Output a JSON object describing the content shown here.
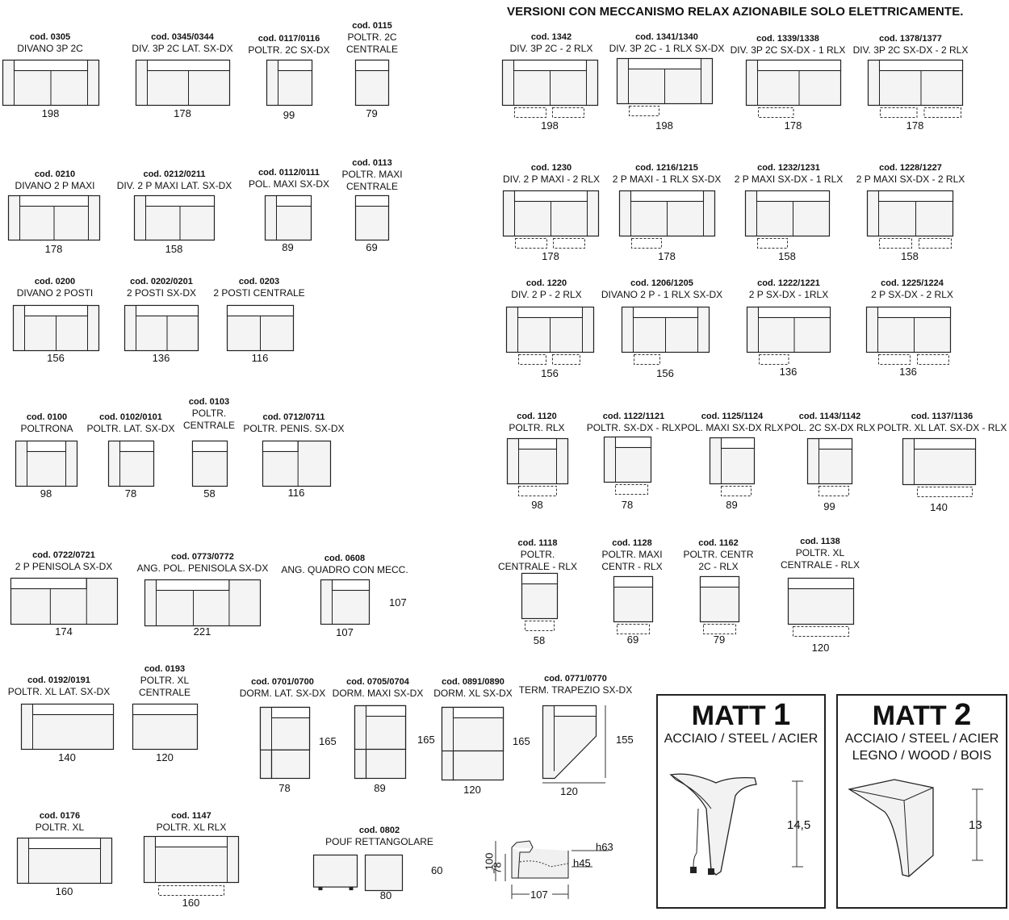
{
  "heading": "VERSIONI CON MECCANISMO RELAX AZIONABILE SOLO ELETTRICAMENTE.",
  "modules": [
    {
      "code": "cod. 0305",
      "name": "DIVANO 3P 2C",
      "width": "198"
    },
    {
      "code": "cod. 0345/0344",
      "name": "DIV. 3P 2C LAT. SX-DX",
      "width": "178"
    },
    {
      "code": "cod. 0117/0116",
      "name": "POLTR. 2C SX-DX",
      "width": "99"
    },
    {
      "code": "cod. 0115",
      "name": "POLTR. 2C",
      "name2": "CENTRALE",
      "width": "79"
    },
    {
      "code": "cod. 0210",
      "name": "DIVANO 2 P MAXI",
      "width": "178"
    },
    {
      "code": "cod. 0212/0211",
      "name": "DIV. 2 P MAXI LAT. SX-DX",
      "width": "158"
    },
    {
      "code": "cod. 0112/0111",
      "name": "POL. MAXI SX-DX",
      "width": "89"
    },
    {
      "code": "cod. 0113",
      "name": "POLTR. MAXI",
      "name2": "CENTRALE",
      "width": "69"
    },
    {
      "code": "cod. 0200",
      "name": "DIVANO 2 POSTI",
      "width": "156"
    },
    {
      "code": "cod. 0202/0201",
      "name": "2 POSTI SX-DX",
      "width": "136"
    },
    {
      "code": "cod. 0203",
      "name": "2 POSTI CENTRALE",
      "width": "116"
    },
    {
      "code": "cod. 0100",
      "name": "POLTRONA",
      "width": "98"
    },
    {
      "code": "cod. 0102/0101",
      "name": "POLTR. LAT. SX-DX",
      "width": "78"
    },
    {
      "code": "cod. 0103",
      "name": "POLTR.",
      "name2": "CENTRALE",
      "width": "58"
    },
    {
      "code": "cod. 0712/0711",
      "name": "POLTR. PENIS. SX-DX",
      "width": "116"
    },
    {
      "code": "cod. 0722/0721",
      "name": "2 P PENISOLA SX-DX",
      "width": "174"
    },
    {
      "code": "cod. 0773/0772",
      "name": "ANG. POL. PENISOLA SX-DX",
      "width": "221"
    },
    {
      "code": "cod. 0608",
      "name": "ANG. QUADRO CON MECC.",
      "width": "107",
      "depth": "107"
    },
    {
      "code": "cod. 0192/0191",
      "name": "POLTR. XL LAT. SX-DX",
      "width": "140"
    },
    {
      "code": "cod. 0193",
      "name": "POLTR. XL",
      "name2": "CENTRALE",
      "width": "120"
    },
    {
      "code": "cod. 0701/0700",
      "name": "DORM. LAT. SX-DX",
      "width": "78",
      "depth": "165"
    },
    {
      "code": "cod. 0705/0704",
      "name": "DORM. MAXI SX-DX",
      "width": "89",
      "depth": "165"
    },
    {
      "code": "cod. 0891/0890",
      "name": "DORM. XL SX-DX",
      "width": "120",
      "depth": "165"
    },
    {
      "code": "cod. 0771/0770",
      "name": "TERM. TRAPEZIO SX-DX",
      "width": "120",
      "depth": "155"
    },
    {
      "code": "cod. 0176",
      "name": "POLTR. XL",
      "width": "160"
    },
    {
      "code": "cod. 1147",
      "name": "POLTR. XL RLX",
      "width": "160"
    },
    {
      "code": "cod. 0802",
      "name": "POUF RETTANGOLARE",
      "width": "80",
      "depth": "60"
    },
    {
      "code": "cod. 1342",
      "name": "DIV. 3P 2C  - 2 RLX",
      "width": "198"
    },
    {
      "code": "cod. 1341/1340",
      "name": "DIV. 3P 2C  - 1 RLX SX-DX",
      "width": "198"
    },
    {
      "code": "cod. 1339/1338",
      "name": "DIV. 3P 2C SX-DX - 1 RLX",
      "width": "178"
    },
    {
      "code": "cod. 1378/1377",
      "name": "DIV. 3P 2C SX-DX - 2 RLX",
      "width": "178"
    },
    {
      "code": "cod. 1230",
      "name": "DIV. 2 P MAXI - 2 RLX",
      "width": "178"
    },
    {
      "code": "cod. 1216/1215",
      "name": "2 P MAXI - 1 RLX SX-DX",
      "width": "178"
    },
    {
      "code": "cod. 1232/1231",
      "name": "2 P MAXI SX-DX - 1 RLX",
      "width": "158"
    },
    {
      "code": "cod. 1228/1227",
      "name": "2 P MAXI SX-DX - 2 RLX",
      "width": "158"
    },
    {
      "code": "cod. 1220",
      "name": "DIV. 2 P - 2 RLX",
      "width": "156"
    },
    {
      "code": "cod. 1206/1205",
      "name": "DIVANO 2 P - 1 RLX SX-DX",
      "width": "156"
    },
    {
      "code": "cod. 1222/1221",
      "name": "2 P SX-DX - 1RLX",
      "width": "136"
    },
    {
      "code": "cod. 1225/1224",
      "name": "2 P SX-DX - 2 RLX",
      "width": "136"
    },
    {
      "code": "cod. 1120",
      "name": "POLTR. RLX",
      "width": "98"
    },
    {
      "code": "cod. 1122/1121",
      "name": "POLTR. SX-DX - RLX",
      "width": "78"
    },
    {
      "code": "cod. 1125/1124",
      "name": "POL. MAXI SX-DX  RLX",
      "width": "89"
    },
    {
      "code": "cod. 1143/1142",
      "name": "POL. 2C SX-DX RLX",
      "width": "99"
    },
    {
      "code": "cod. 1137/1136",
      "name": "POLTR. XL LAT. SX-DX - RLX",
      "width": "140"
    },
    {
      "code": "cod. 1118",
      "name": "POLTR.",
      "name2": "CENTRALE - RLX",
      "width": "58"
    },
    {
      "code": "cod. 1128",
      "name": "POLTR. MAXI",
      "name2": "CENTR - RLX",
      "width": "69"
    },
    {
      "code": "cod. 1162",
      "name": "POLTR. CENTR",
      "name2": "2C - RLX",
      "width": "79"
    },
    {
      "code": "cod. 1138",
      "name": "POLTR. XL",
      "name2": "CENTRALE - RLX",
      "width": "120"
    }
  ],
  "side_view": {
    "total_height": "100",
    "seat_depth": "78",
    "back_height": "h63",
    "seat_height": "h45",
    "depth": "107"
  },
  "feet": [
    {
      "title_word": "MATT",
      "title_num": "1",
      "materials": [
        "ACCIAIO / STEEL / ACIER"
      ],
      "height": "14,5"
    },
    {
      "title_word": "MATT",
      "title_num": "2",
      "materials": [
        "ACCIAIO / STEEL / ACIER",
        "LEGNO / WOOD / BOIS"
      ],
      "height": "13"
    }
  ]
}
